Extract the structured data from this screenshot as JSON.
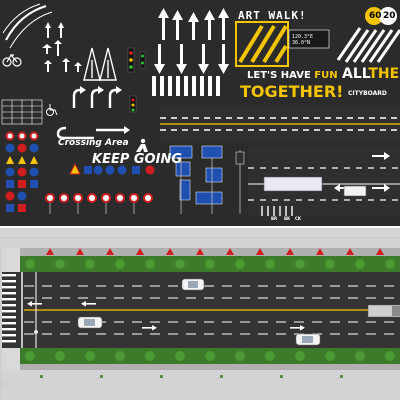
{
  "sheet": {
    "art_walk": "ART WALK!",
    "lets_have": "LET'S HAVE ",
    "fun": "FUN",
    "all": "ALL",
    "the": "THE",
    "together": "TOGETHER!",
    "crossing_area": "Crossing Area",
    "keep_going": "KEEP GOING",
    "coord_1": "120.3°E",
    "coord_2": "36.0°N",
    "city_card": "CITYBOARD",
    "speed_60": "60",
    "speed_20": "20",
    "tiny_1": "BR",
    "tiny_2": "BK",
    "tiny_3": "CK"
  },
  "colors": {
    "asphalt": "#2b2b2b",
    "road": "#343434",
    "marking_white": "#ffffff",
    "marking_yellow": "#f5c400",
    "grass": "#3d7a2a",
    "sidewalk": "#d9d9d9",
    "sign_blue": "#1f4fb0",
    "sign_red": "#d11f1f"
  },
  "icons": [
    "bicycle-icon",
    "car-icon",
    "arrow-icon",
    "warning-sign-icon",
    "speed-limit-icon",
    "wheelchair-icon",
    "traffic-light-icon"
  ]
}
